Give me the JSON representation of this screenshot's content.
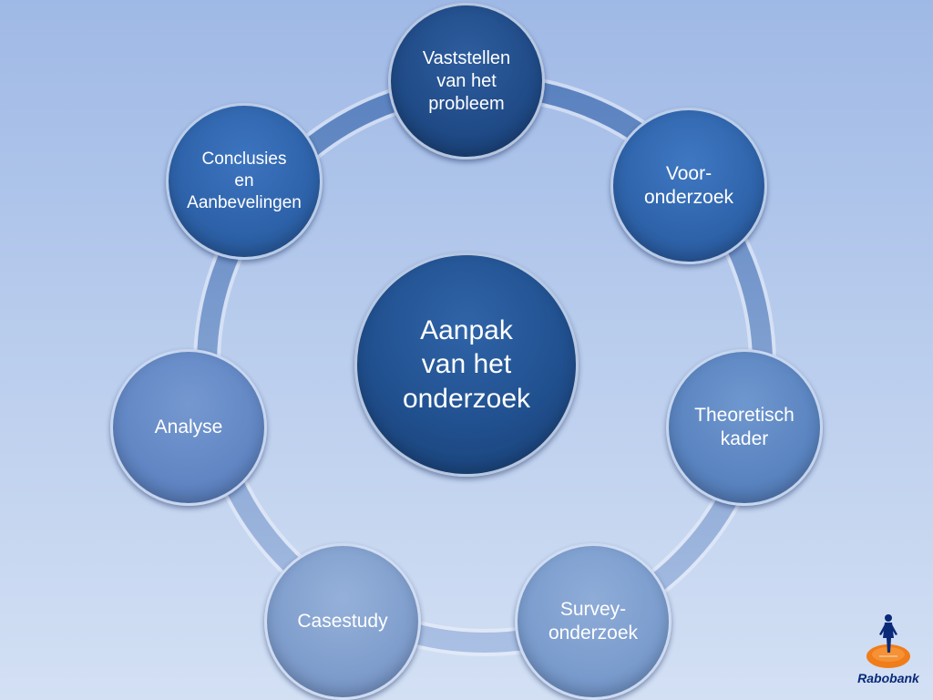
{
  "diagram": {
    "center": {
      "label": "Aanpak\nvan het\nonderzoek"
    },
    "nodes": [
      {
        "id": "vaststellen",
        "label": "Vaststellen\nvan het\nprobleem"
      },
      {
        "id": "vooronderzoek",
        "label": "Voor-\nonderzoek"
      },
      {
        "id": "theoretisch",
        "label": "Theoretisch\nkader"
      },
      {
        "id": "survey",
        "label": "Survey-\nonderzoek"
      },
      {
        "id": "casestudy",
        "label": "Casestudy"
      },
      {
        "id": "analyse",
        "label": "Analyse"
      },
      {
        "id": "conclusies",
        "label": "Conclusies\nen\nAanbevelingen"
      }
    ]
  },
  "logo": {
    "text": "Rabobank",
    "icon": "rabobank-figure-icon",
    "colors": {
      "text": "#0a2a78",
      "disc": "#f07d1a",
      "figure": "#0a2a78"
    }
  },
  "colors": {
    "background_top": "#9fb9e6",
    "background_bottom": "#d3e0f4",
    "ring": "#6f8fc3"
  }
}
